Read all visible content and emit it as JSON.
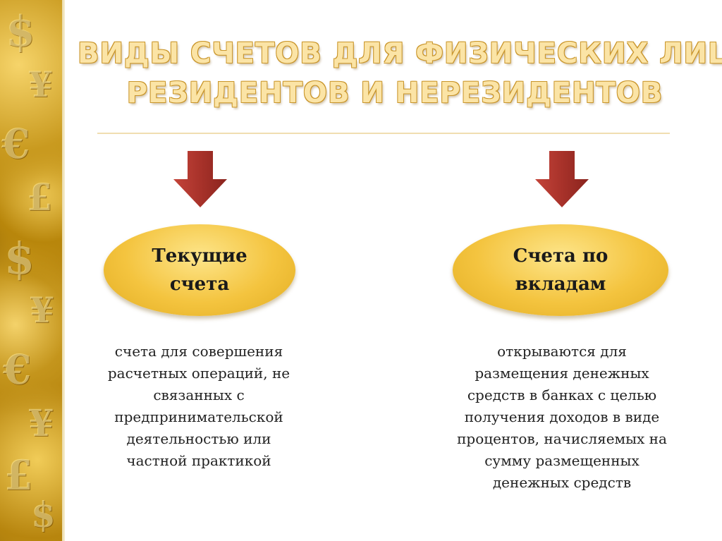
{
  "title": {
    "line1": "ВИДЫ СЧЕТОВ ДЛЯ ФИЗИЧЕСКИХ ЛИЦ",
    "line2": "РЕЗИДЕНТОВ И НЕРЕЗИДЕНТОВ"
  },
  "colors": {
    "arrow": "#a8322a",
    "oval": "#f4c43f",
    "title": "#fbe4a6"
  },
  "side_panel": {
    "glyphs": [
      "$",
      "¥",
      "€",
      "£",
      "$",
      "¥",
      "€",
      "¥",
      "£",
      "$"
    ]
  },
  "left": {
    "oval_line1": "Текущие",
    "oval_line2": "счета",
    "desc": [
      "счета для совершения",
      "расчетных операций, не",
      "связанных с",
      "предпринимательской",
      "деятельностью или",
      "частной практикой"
    ]
  },
  "right": {
    "oval_line1": "Счета по",
    "oval_line2": "вкладам",
    "desc": [
      "открываются для",
      "размещения денежных",
      "средств в банках с целью",
      "получения доходов в виде",
      "процентов, начисляемых на",
      "сумму размещенных",
      "денежных средств"
    ]
  }
}
